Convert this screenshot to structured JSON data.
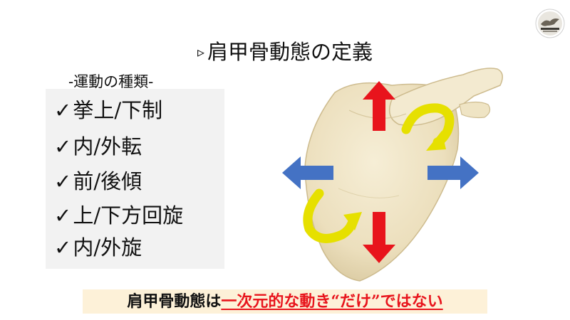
{
  "slide": {
    "title_marker": "▹",
    "title": "肩甲骨動態の定義",
    "types_heading": "-運動の種類-",
    "check_mark": "✓",
    "movements": [
      "挙上/下制",
      "内/外転",
      "前/後傾",
      "上/下方回旋",
      "内/外旋"
    ],
    "banner": {
      "prefix": "肩甲骨動態は",
      "highlight": "一次元的な動き“だけ”ではない"
    }
  },
  "colors": {
    "up_down_arrow": "#e8141c",
    "left_right_arrow": "#4472c4",
    "rotation_arrow": "#e6e000",
    "bone": "#efe4c4",
    "list_background": "#f2f2f2",
    "banner_background": "#fdf1d8",
    "banner_highlight": "#e8141c"
  },
  "icons": {
    "logo": "bird-logo-icon",
    "up": "arrow-up-icon",
    "down": "arrow-down-icon",
    "left": "arrow-left-icon",
    "right": "arrow-right-icon",
    "rotate": "curved-arrow-icon"
  }
}
